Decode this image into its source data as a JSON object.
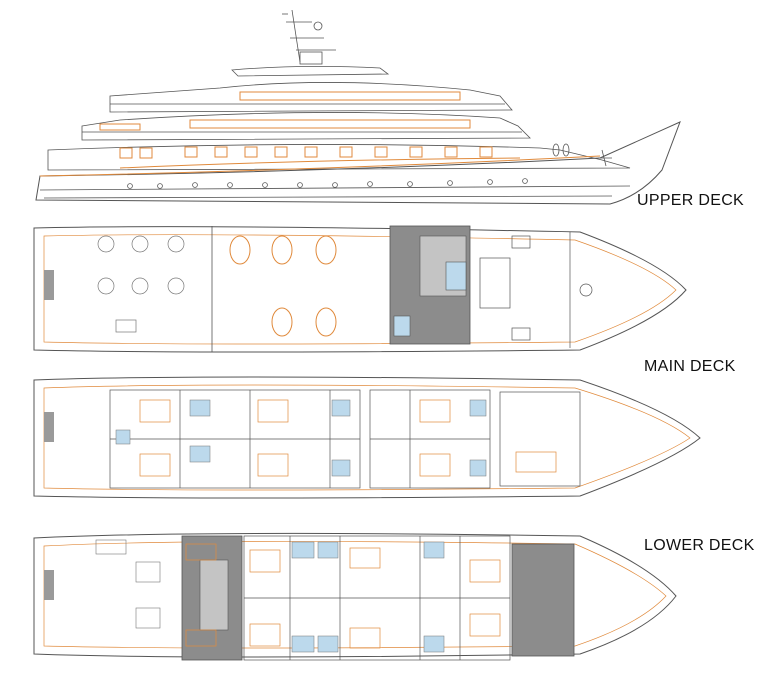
{
  "decks": [
    {
      "id": "upper",
      "label": "UPPER DECK"
    },
    {
      "id": "main",
      "label": "MAIN DECK"
    },
    {
      "id": "lower",
      "label": "LOWER DECK"
    }
  ],
  "colors": {
    "line": "#555555",
    "accent": "#e08a3c",
    "tile": "#bcd9ec",
    "dark_room": "#8c8c8c",
    "background": "#ffffff"
  }
}
